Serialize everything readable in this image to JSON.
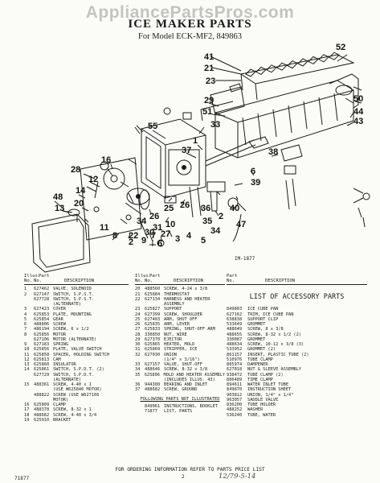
{
  "watermark": "AppliancePartsPros.com",
  "title": "ICE MAKER PARTS",
  "subtitle": "For Model ECK-MF2, 849863",
  "figure_id": "IM-1877",
  "callouts": [
    "52",
    "41",
    "21",
    "23",
    "29",
    "51",
    "50",
    "44",
    "43",
    "55",
    "33",
    "1",
    "37",
    "28",
    "12",
    "16",
    "6",
    "38",
    "39",
    "40",
    "47",
    "48",
    "13",
    "14",
    "20",
    "2",
    "36",
    "35",
    "34",
    "26",
    "25",
    "26",
    "34",
    "10",
    "8",
    "11",
    "7",
    "27",
    "22",
    "9",
    "6",
    "2",
    "3",
    "4",
    "5",
    "31",
    "30"
  ],
  "table1": {
    "head": [
      "Illus.",
      "Part",
      "No.",
      "No.",
      "DESCRIPTION"
    ],
    "rows": [
      [
        "1",
        "627462",
        "VALVE, SOLENOID"
      ],
      [
        "2",
        "627147",
        "SWITCH, S.P.S.T."
      ],
      [
        "",
        "627728",
        "SWITCH, S.P.S.T."
      ],
      [
        "",
        "",
        "(ALTERNATE)"
      ],
      [
        "3",
        "627423",
        "COVER"
      ],
      [
        "4",
        "625853",
        "PLATE, MOUNTING"
      ],
      [
        "5",
        "625854",
        "GEAR"
      ],
      [
        "6",
        "488806",
        "SCREW"
      ],
      [
        "7",
        "486194",
        "SCREW, 6 x 1/2"
      ],
      [
        "8",
        "625856",
        "MOTOR"
      ],
      [
        "",
        "627106",
        "MOTOR (ALTERNATE)"
      ],
      [
        "9",
        "627183",
        "SPRING"
      ],
      [
        "10",
        "625856",
        "PLATE, VALVE SWITCH"
      ],
      [
        "11",
        "625858",
        "SPACER, HOLDING SWITCH"
      ],
      [
        "12",
        "625813",
        "CAM"
      ],
      [
        "13",
        "625860",
        "INSULATOR"
      ],
      [
        "14",
        "625861",
        "SWITCH, S.P.D.T. (2)"
      ],
      [
        "",
        "627729",
        "SWITCH, S.P.D.T."
      ],
      [
        "",
        "",
        "(ALTERNATE)"
      ],
      [
        "15",
        "488361",
        "SCREW, 4-40 x 1"
      ],
      [
        "",
        "",
        "(USE W625846 MOTOR)"
      ],
      [
        "",
        "488822",
        "SCREW (USE W627106"
      ],
      [
        "",
        "",
        "MOTOR)"
      ],
      [
        "16",
        "625809",
        "CLAMP"
      ],
      [
        "17",
        "488378",
        "SCREW, 8-32 x 1"
      ],
      [
        "18",
        "488682",
        "SCREW, 4-40 x 3/4"
      ],
      [
        "19",
        "625910",
        "BRACKET"
      ]
    ]
  },
  "table2": {
    "head": [
      "Illus.",
      "Part",
      "No.",
      "No.",
      "DESCRIPTION"
    ],
    "rows": [
      [
        "20",
        "488560",
        "SCREW, 4-24 x 3/8"
      ],
      [
        "21",
        "625884",
        "THERMOSTAT"
      ],
      [
        "22",
        "627134",
        "HARNESS AND HEATER"
      ],
      [
        "",
        "",
        "ASSEMBLY"
      ],
      [
        "23",
        "625827",
        "SUPPORT"
      ],
      [
        "24",
        "627399",
        "SCREW, SHOULDER"
      ],
      [
        "25",
        "627403",
        "ARM, SHUT OFF"
      ],
      [
        "26",
        "625835",
        "ARM, LEVER"
      ],
      [
        "27",
        "625833",
        "SPRING, SHUT-OFF ARM"
      ],
      [
        "28",
        "330850",
        "NUT, WIRE"
      ],
      [
        "29",
        "627370",
        "EJECTOR"
      ],
      [
        "30",
        "625865",
        "HEATER, MOLD"
      ],
      [
        "31",
        "625869",
        "STRIPPER, ICE"
      ],
      [
        "32",
        "627030",
        "UNION"
      ],
      [
        "",
        "",
        "(1/4\" x 3/16\")"
      ],
      [
        "33",
        "627157",
        "VALVE, SHUT-OFF"
      ],
      [
        "34",
        "488646",
        "SCREW, 8-32 x 3/8"
      ],
      [
        "35",
        "625806",
        "MOLD AND HEATER ASSEMBLY"
      ],
      [
        "",
        "",
        "(INCLUDES ILLUS. 43)"
      ],
      [
        "36",
        "944308",
        "BEARING AND INLET"
      ],
      [
        "37",
        "488682",
        "SCREW, GROUND"
      ]
    ],
    "note": "FOLLOWING PARTS NOT ILLUSTRATED",
    "extra_rows": [
      [
        "",
        "849061",
        "INSTRUCTIONS, BOOKLET"
      ],
      [
        "",
        "71877",
        "LIST, PARTS"
      ]
    ]
  },
  "table3": {
    "head": [
      "Part",
      "No.",
      "DESCRIPTION"
    ],
    "section_title": "LIST OF ACCESSORY PARTS",
    "rows": [
      [
        "849803",
        "ICE CUBE PAN"
      ],
      [
        "627162",
        "TRIM, ICE CUBE PAN"
      ],
      [
        "638838",
        "SUPPORT CLIP"
      ],
      [
        "533649",
        "GROMMET"
      ],
      [
        "488649",
        "SCREW, 8 x 3/8"
      ],
      [
        "488655",
        "SCREW, 8-32 x 1/2 (2)"
      ],
      [
        "330087",
        "GROMMET"
      ],
      [
        "488634",
        "SCREW, 10-12 x 3/8 (3)"
      ],
      [
        "533952",
        "GROMMET (2)"
      ],
      [
        "861157",
        "INSERT, PLASTIC TUBE (2)"
      ],
      [
        "510976",
        "TUBE CLAMP"
      ],
      [
        "805974",
        "DAMPENER"
      ],
      [
        "627018",
        "NUT & SLEEVE ASSEMBLY"
      ],
      [
        "938472",
        "TUBE CLAMP (2)"
      ],
      [
        "806489",
        "TIME CLAMP"
      ],
      [
        "894611",
        "WATER INLET TUBE"
      ],
      [
        "849870",
        "INSTRUCTION SHEET"
      ],
      [
        "903812",
        "UNION, 1/4\" x 1/4\""
      ],
      [
        "963057",
        "SADDLE VALVE"
      ],
      [
        "836200",
        "TUBE HOLDER"
      ],
      [
        "488252",
        "WASHER"
      ],
      [
        "536240",
        "TUBE, WATER"
      ]
    ]
  },
  "footer": "FOR ORDERING INFORMATION REFER TO PARTS PRICE LIST",
  "page_number": "2",
  "doc_id": "71877",
  "handwritten": "12/79-5-14"
}
